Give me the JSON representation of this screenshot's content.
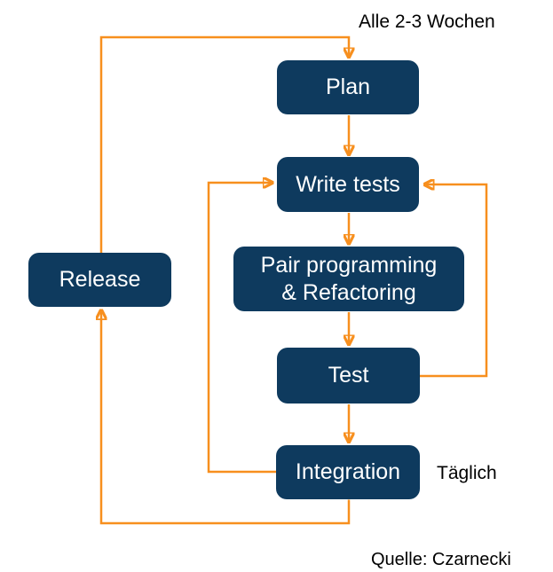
{
  "diagram": {
    "nodes": [
      {
        "id": "plan",
        "label": "Plan"
      },
      {
        "id": "write-tests",
        "label": "Write tests"
      },
      {
        "id": "pair-programming-refactoring",
        "label": "Pair programming\n& Refactoring"
      },
      {
        "id": "test",
        "label": "Test"
      },
      {
        "id": "integration",
        "label": "Integration"
      },
      {
        "id": "release",
        "label": "Release"
      }
    ],
    "edges": [
      {
        "from": "plan",
        "to": "write-tests"
      },
      {
        "from": "write-tests",
        "to": "pair-programming-refactoring"
      },
      {
        "from": "pair-programming-refactoring",
        "to": "test"
      },
      {
        "from": "test",
        "to": "integration"
      },
      {
        "from": "test",
        "to": "write-tests"
      },
      {
        "from": "integration",
        "to": "write-tests"
      },
      {
        "from": "integration",
        "to": "release"
      },
      {
        "from": "release",
        "to": "plan"
      }
    ],
    "labels": {
      "cycle": "Alle 2-3 Wochen",
      "daily": "Täglich",
      "source": "Quelle: Czarnecki"
    },
    "colors": {
      "node_fill": "#0e3a5e",
      "node_text": "#ffffff",
      "arrow": "#f78f1e",
      "label_text": "#000000",
      "background": "#ffffff"
    }
  }
}
